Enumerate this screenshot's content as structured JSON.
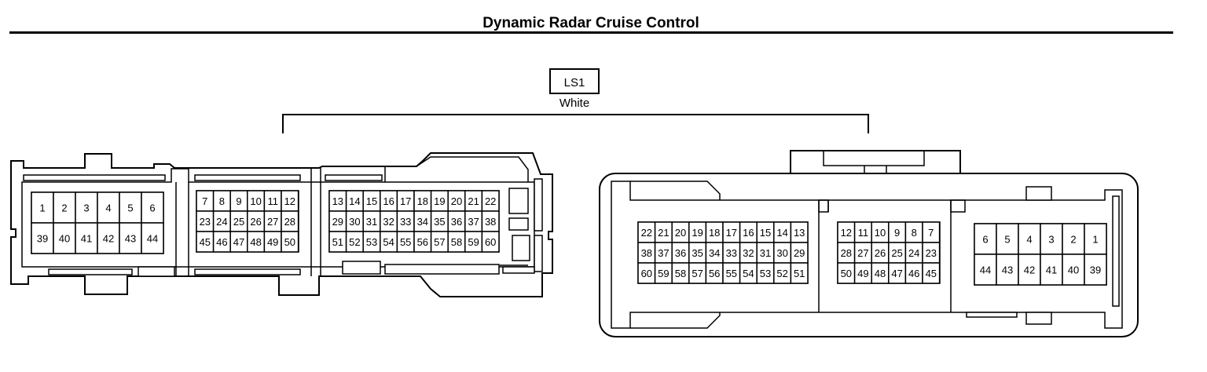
{
  "title": "Dynamic Radar Cruise Control",
  "connector": {
    "code": "LS1",
    "color": "White"
  },
  "male_connector": {
    "section_a": {
      "rows": [
        [
          "1",
          "2",
          "3",
          "4",
          "5",
          "6"
        ],
        [
          "39",
          "40",
          "41",
          "42",
          "43",
          "44"
        ]
      ]
    },
    "section_b": {
      "rows": [
        [
          "7",
          "8",
          "9",
          "10",
          "11",
          "12"
        ],
        [
          "23",
          "24",
          "25",
          "26",
          "27",
          "28"
        ],
        [
          "45",
          "46",
          "47",
          "48",
          "49",
          "50"
        ]
      ]
    },
    "section_c": {
      "rows": [
        [
          "13",
          "14",
          "15",
          "16",
          "17",
          "18",
          "19",
          "20",
          "21",
          "22"
        ],
        [
          "29",
          "30",
          "31",
          "32",
          "33",
          "34",
          "35",
          "36",
          "37",
          "38"
        ],
        [
          "51",
          "52",
          "53",
          "54",
          "55",
          "56",
          "57",
          "58",
          "59",
          "60"
        ]
      ]
    }
  },
  "female_connector": {
    "section_a": {
      "rows": [
        [
          "22",
          "21",
          "20",
          "19",
          "18",
          "17",
          "16",
          "15",
          "14",
          "13"
        ],
        [
          "38",
          "37",
          "36",
          "35",
          "34",
          "33",
          "32",
          "31",
          "30",
          "29"
        ],
        [
          "60",
          "59",
          "58",
          "57",
          "56",
          "55",
          "54",
          "53",
          "52",
          "51"
        ]
      ]
    },
    "section_b": {
      "rows": [
        [
          "12",
          "11",
          "10",
          "9",
          "8",
          "7"
        ],
        [
          "28",
          "27",
          "26",
          "25",
          "24",
          "23"
        ],
        [
          "50",
          "49",
          "48",
          "47",
          "46",
          "45"
        ]
      ]
    },
    "section_c": {
      "rows": [
        [
          "6",
          "5",
          "4",
          "3",
          "2",
          "1"
        ],
        [
          "44",
          "43",
          "42",
          "41",
          "40",
          "39"
        ]
      ]
    }
  }
}
